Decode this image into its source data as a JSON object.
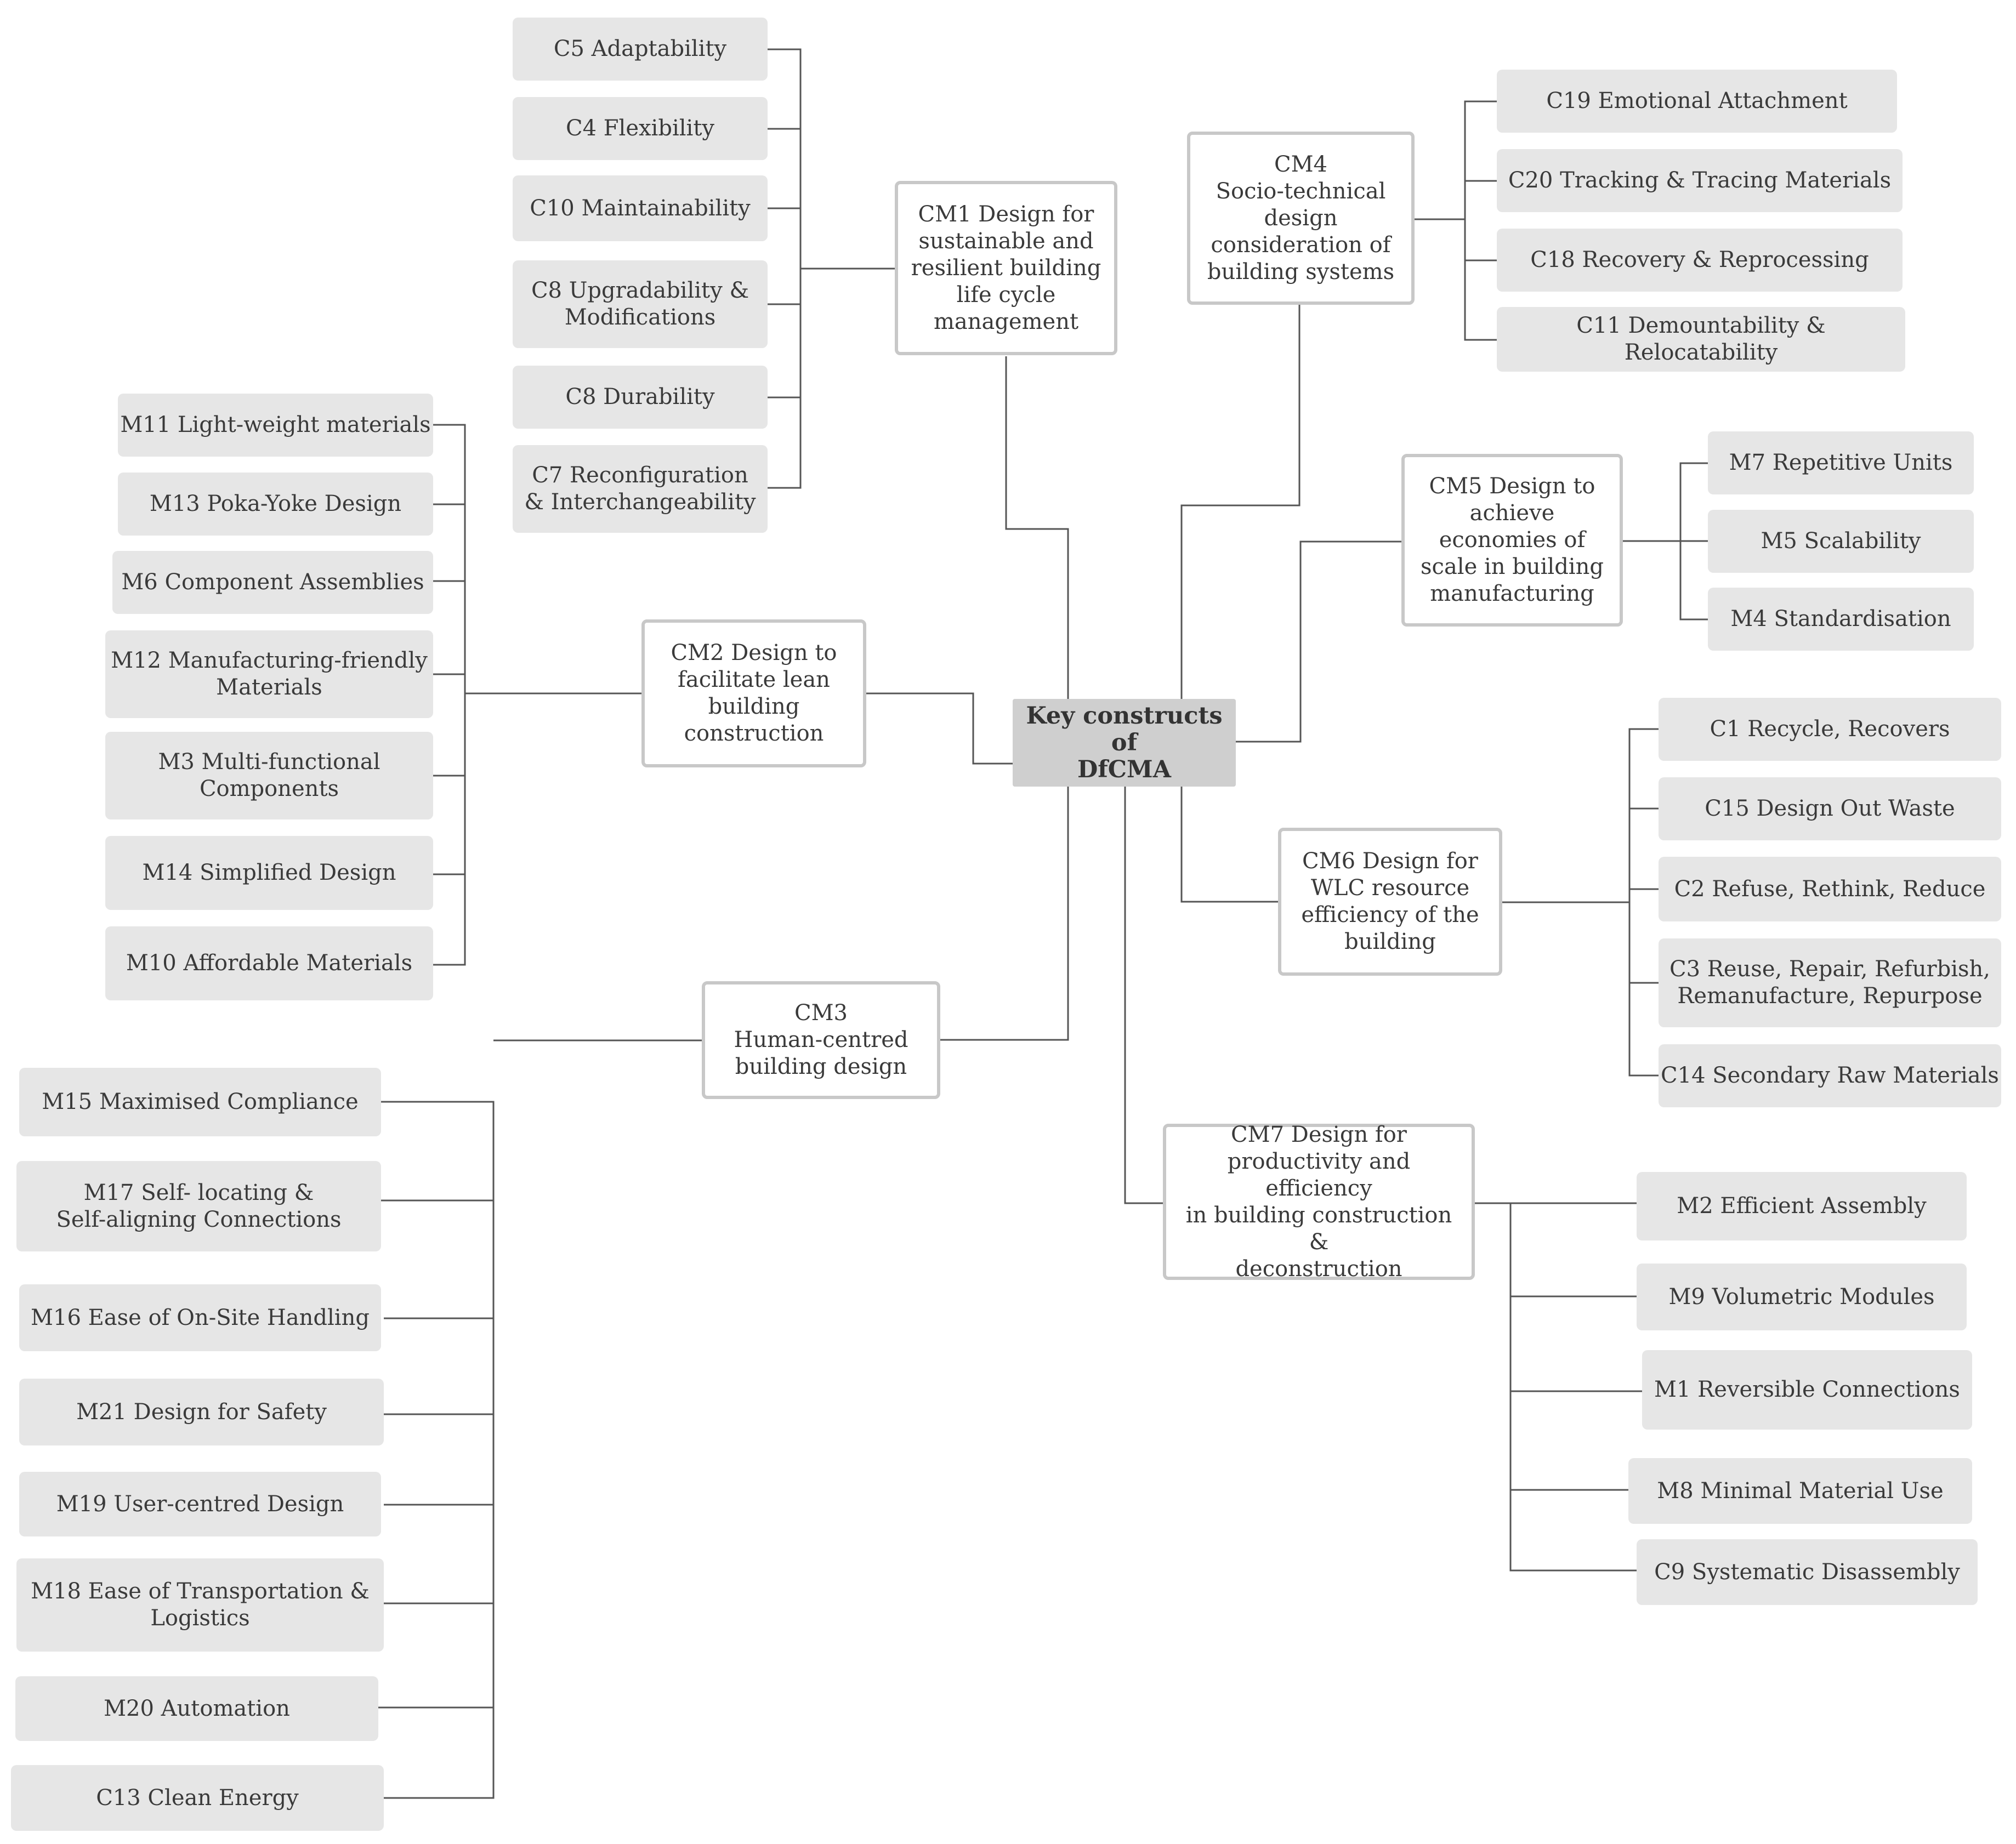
{
  "center": "Key constructs of\nDfCMA",
  "constructs": {
    "cm1": "CM1  Design for\nsustainable and\nresilient building\nlife cycle\nmanagement",
    "cm2": "CM2  Design to\nfacilitate lean\nbuilding\nconstruction",
    "cm3": "CM3\nHuman-centred\nbuilding design",
    "cm4": "CM4\nSocio-technical\ndesign\nconsideration of\nbuilding systems",
    "cm5": "CM5  Design to\nachieve\neconomies of\nscale in building\nmanufacturing",
    "cm6": "CM6  Design for\nWLC resource\nefficiency of the\nbuilding",
    "cm7": "CM7 Design for\nproductivity and efficiency\nin building construction &\ndeconstruction"
  },
  "leaves": {
    "cm1": [
      "C5 Adaptability",
      "C4 Flexibility",
      "C10 Maintainability",
      "C8 Upgradability &\nModifications",
      "C8 Durability",
      "C7 Reconfiguration\n& Interchangeability"
    ],
    "cm2": [
      "M11 Light-weight materials",
      "M13 Poka-Yoke Design",
      "M6 Component Assemblies",
      "M12 Manufacturing-friendly\nMaterials",
      "M3 Multi-functional\nComponents",
      "M14 Simplified Design",
      "M10 Affordable Materials"
    ],
    "cm3": [
      "M15 Maximised Compliance",
      "M17 Self- locating &\nSelf-aligning Connections",
      "M16 Ease of  On-Site Handling",
      "M21 Design for Safety",
      "M19 User-centred Design",
      "M18 Ease of Transportation &\nLogistics",
      "M20 Automation",
      "C13 Clean Energy"
    ],
    "cm4": [
      "C19 Emotional Attachment",
      "C20 Tracking & Tracing Materials",
      "C18 Recovery & Reprocessing",
      "C11 Demountability & Relocatability"
    ],
    "cm5": [
      "M7 Repetitive Units",
      "M5 Scalability",
      "M4 Standardisation"
    ],
    "cm6": [
      "C1 Recycle, Recovers",
      "C15 Design Out Waste",
      "C2 Refuse, Rethink, Reduce",
      "C3 Reuse, Repair, Refurbish,\nRemanufacture, Repurpose",
      "C14 Secondary Raw Materials"
    ],
    "cm7": [
      "M2 Efficient Assembly",
      "M9 Volumetric Modules",
      "M1 Reversible Connections",
      "M8 Minimal Material Use",
      "C9 Systematic Disassembly"
    ]
  }
}
